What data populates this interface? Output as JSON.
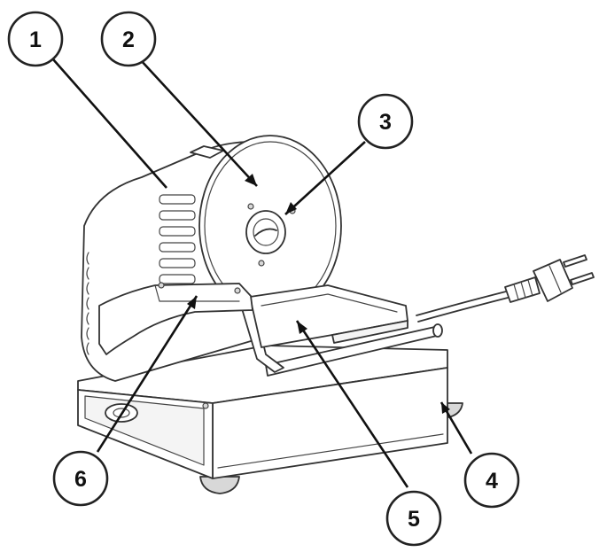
{
  "callouts": [
    {
      "id": "1",
      "label": "1"
    },
    {
      "id": "2",
      "label": "2"
    },
    {
      "id": "3",
      "label": "3"
    },
    {
      "id": "4",
      "label": "4"
    },
    {
      "id": "5",
      "label": "5"
    },
    {
      "id": "6",
      "label": "6"
    }
  ],
  "colors": {
    "ink": "#222222",
    "background": "#ffffff"
  }
}
